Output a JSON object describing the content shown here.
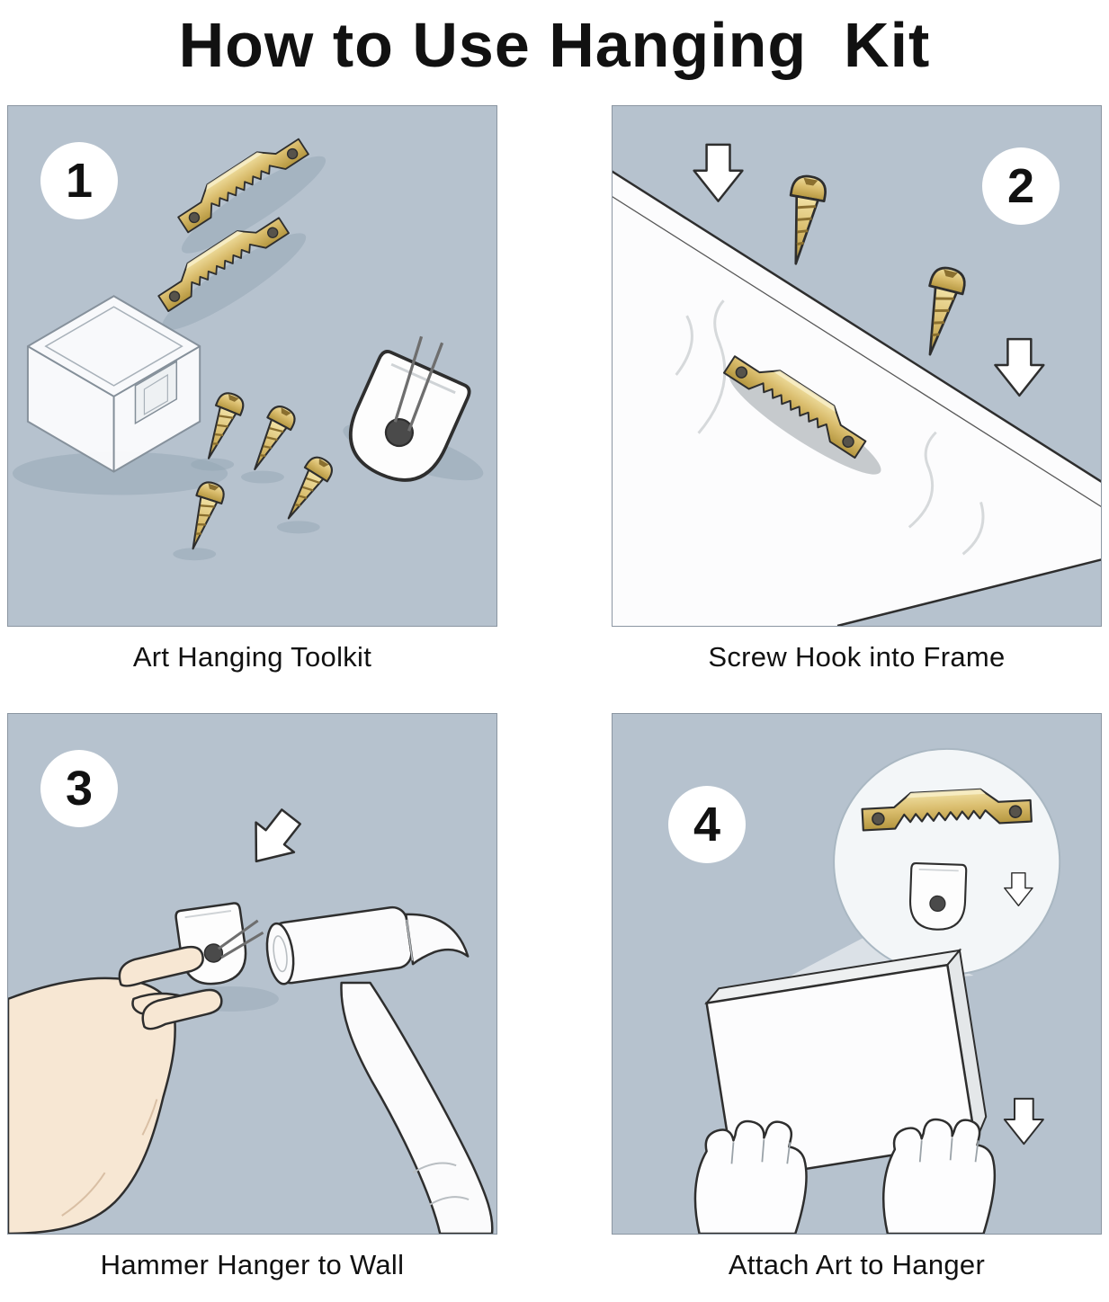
{
  "title": "How to Use Hanging  Kit",
  "steps": [
    {
      "number": "1",
      "caption": "Art Hanging Toolkit"
    },
    {
      "number": "2",
      "caption": "Screw Hook into Frame"
    },
    {
      "number": "3",
      "caption": "Hammer Hanger to Wall"
    },
    {
      "number": "4",
      "caption": "Attach Art to Hanger"
    }
  ],
  "colors": {
    "page_background": "#ffffff",
    "panel_background": "#b6c2ce",
    "brass_gold": "#d9bc6c",
    "outline": "#2e2e2e",
    "skin": "#f7e7d3",
    "text": "#111111"
  },
  "icons": {
    "down_arrow": "white outlined block arrow",
    "sawtooth_hanger": "brass sawtooth picture hanger",
    "wall_hanger": "white wall hook plate with pins",
    "screw": "brass screw",
    "hammer": "hammer",
    "hand": "hand",
    "magnifier_circle": "zoom detail circle"
  }
}
